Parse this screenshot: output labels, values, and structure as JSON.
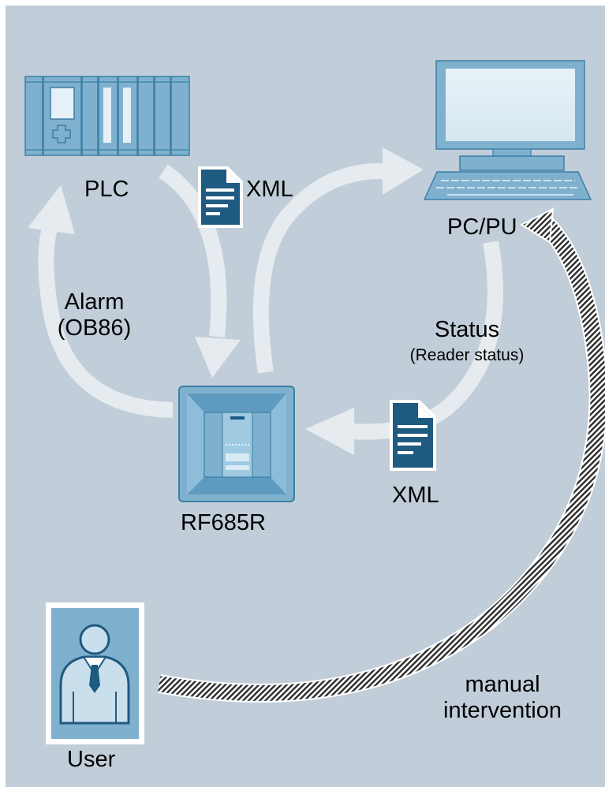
{
  "colors": {
    "background": "#c1ced9",
    "device_blue": "#7fb1cf",
    "device_dark": "#3b7fa5",
    "arrow": "#e6ebef",
    "doc_blue": "#1f5a80",
    "hatch_dark": "#2b2b2b"
  },
  "nodes": {
    "plc": {
      "label": "PLC",
      "icon": "plc-rack-icon"
    },
    "pc": {
      "label": "PC/PU",
      "icon": "computer-icon"
    },
    "reader": {
      "label": "RF685R",
      "icon": "rfid-reader-icon"
    },
    "user": {
      "label": "User",
      "icon": "user-person-icon"
    }
  },
  "documents": {
    "xml_top": {
      "label": "XML",
      "icon": "xml-document-icon"
    },
    "xml_bottom": {
      "label": "XML",
      "icon": "xml-document-icon"
    }
  },
  "edges": {
    "alarm": {
      "line1": "Alarm",
      "line2": "(OB86)"
    },
    "status": {
      "line1": "Status",
      "line2": "(Reader status)"
    },
    "manual": {
      "line1": "manual",
      "line2": "intervention"
    }
  }
}
